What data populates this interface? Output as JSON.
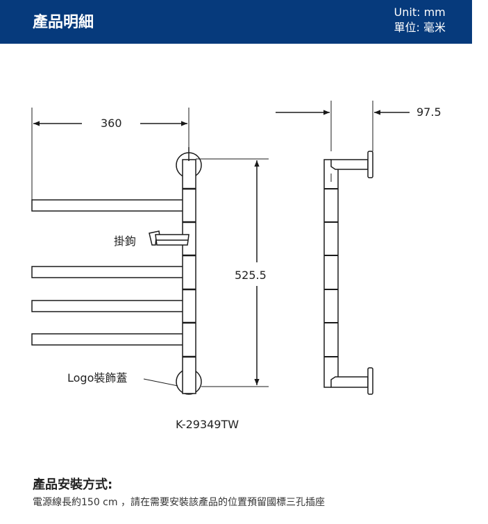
{
  "header": {
    "title": "產品明細",
    "unit_en": "Unit: mm",
    "unit_zh": "單位: 毫米",
    "color": "#063a7c"
  },
  "drawing": {
    "dim_width": "360",
    "dim_height": "525.5",
    "dim_depth": "97.5",
    "label_hook": "掛鉤",
    "label_logo": "Logo裝飾蓋",
    "model": "K-29349TW"
  },
  "install": {
    "title": "產品安裝方式:",
    "text": "電源線長約150 cm ，請在需要安裝該產品的位置預留國標三孔插座"
  }
}
